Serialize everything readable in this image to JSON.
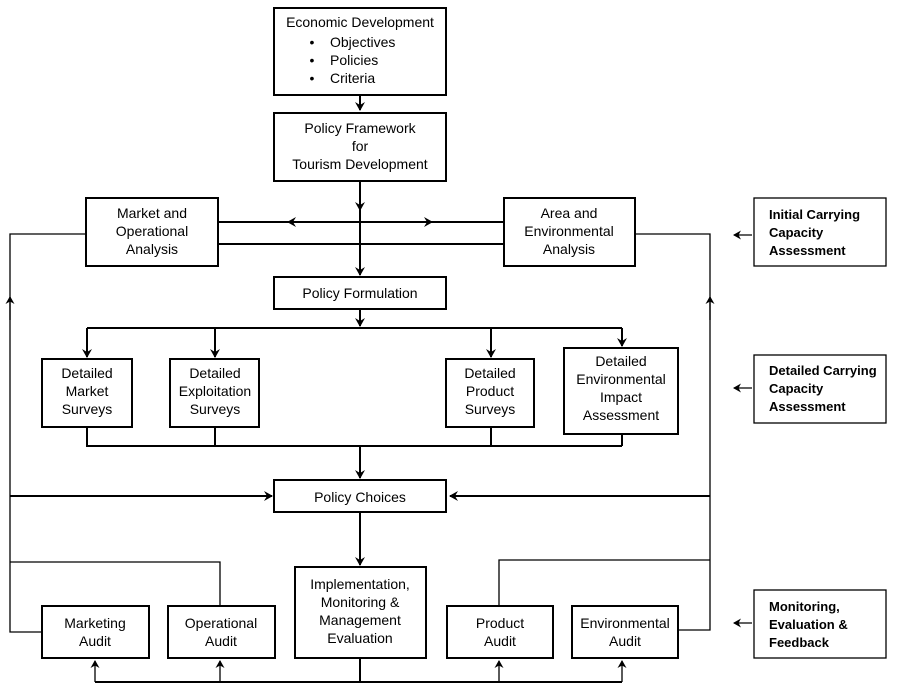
{
  "nodes": {
    "economic_development": {
      "title": "Economic Development",
      "bullets": [
        "Objectives",
        "Policies",
        "Criteria"
      ]
    },
    "policy_framework": [
      "Policy Framework",
      "for",
      "Tourism Development"
    ],
    "market_analysis": [
      "Market and",
      "Operational",
      "Analysis"
    ],
    "area_analysis": [
      "Area and",
      "Environmental",
      "Analysis"
    ],
    "policy_formulation": "Policy Formulation",
    "market_surveys": [
      "Detailed",
      "Market",
      "Surveys"
    ],
    "exploitation_surveys": [
      "Detailed",
      "Exploitation",
      "Surveys"
    ],
    "product_surveys": [
      "Detailed",
      "Product",
      "Surveys"
    ],
    "eia": [
      "Detailed",
      "Environmental",
      "Impact",
      "Assessment"
    ],
    "policy_choices": "Policy Choices",
    "implementation": [
      "Implementation,",
      "Monitoring &",
      "Management",
      "Evaluation"
    ],
    "marketing_audit": [
      "Marketing",
      "Audit"
    ],
    "operational_audit": [
      "Operational",
      "Audit"
    ],
    "product_audit": [
      "Product",
      "Audit"
    ],
    "environmental_audit": [
      "Environmental",
      "Audit"
    ]
  },
  "side_notes": {
    "initial_capacity": [
      "Initial Carrying",
      "Capacity",
      "Assessment"
    ],
    "detailed_capacity": [
      "Detailed Carrying",
      "Capacity",
      "Assessment"
    ],
    "monitoring": [
      "Monitoring,",
      "Evaluation &",
      "Feedback"
    ]
  },
  "colors": {
    "stroke": "#000000",
    "background": "#ffffff"
  }
}
